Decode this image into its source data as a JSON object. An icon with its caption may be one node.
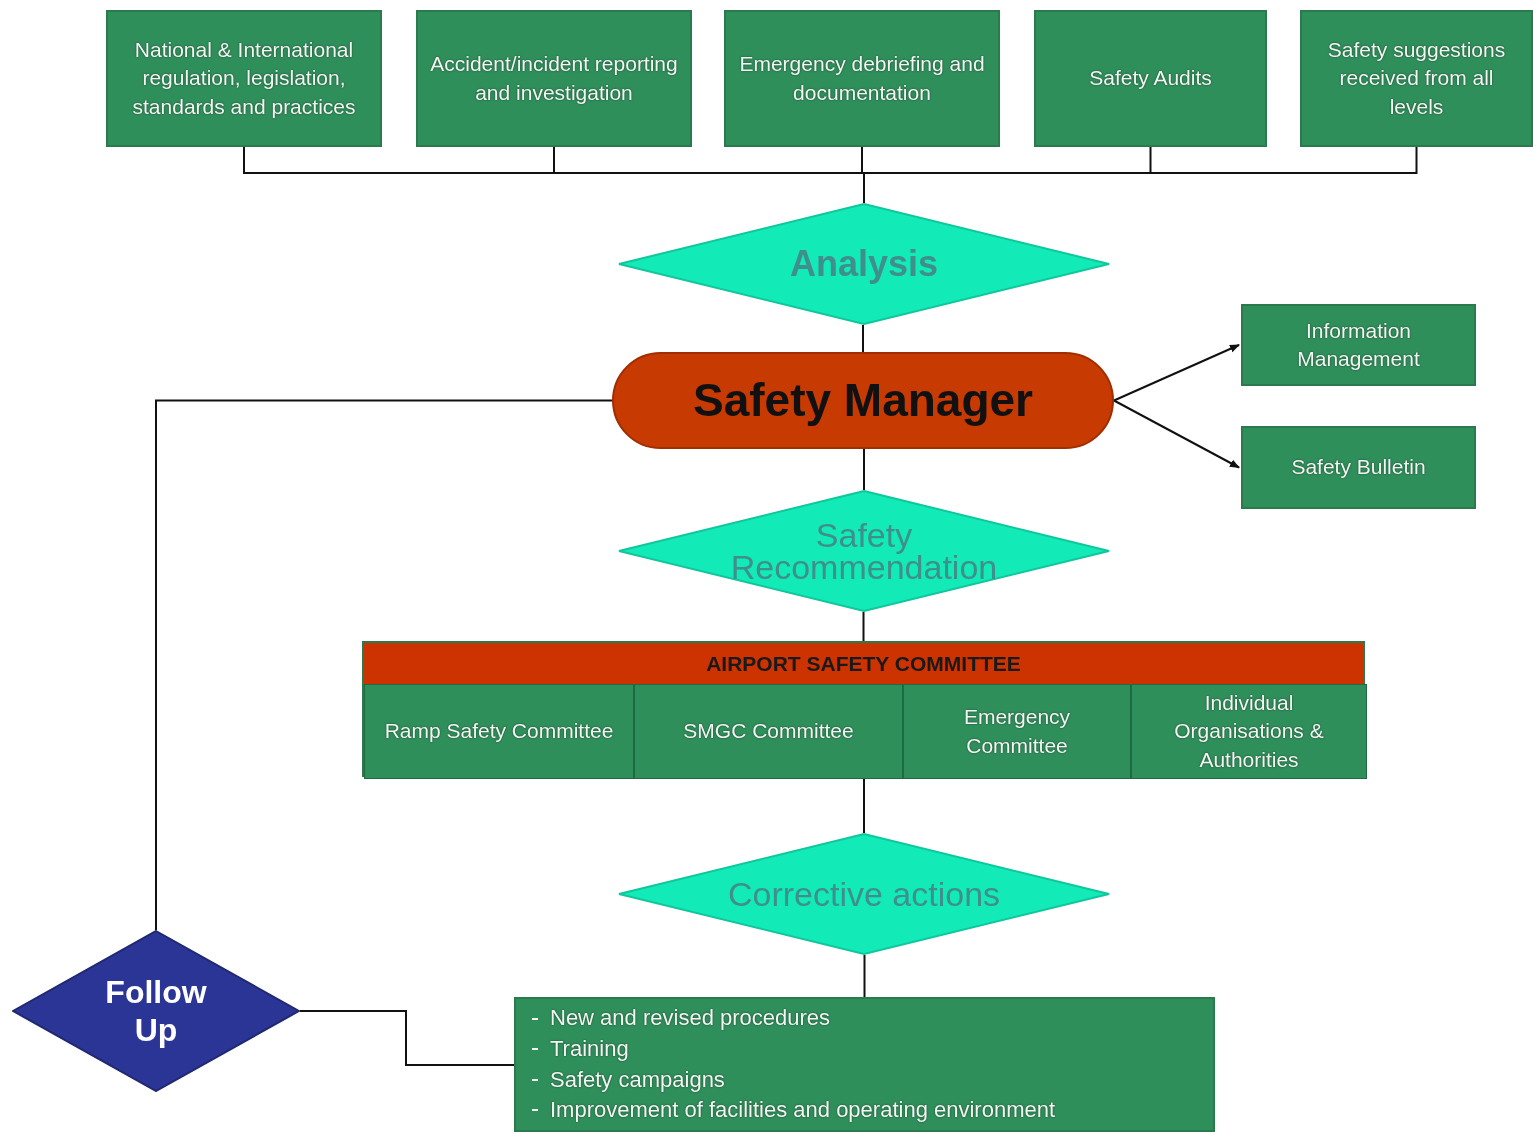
{
  "diagram": {
    "nodes": [
      {
        "text": [
          "National & International regulation, legislation, standards and practices"
        ]
      },
      {
        "text": [
          "Accident/incident reporting and investigation"
        ]
      },
      {
        "text": [
          "Emergency debriefing and documentation"
        ]
      },
      {
        "text": [
          "Safety Audits"
        ]
      },
      {
        "text": [
          "Safety suggestions received from all levels"
        ]
      },
      {
        "text": [
          "Analysis"
        ]
      },
      {
        "text": [
          "Safety Manager"
        ]
      },
      {
        "text": [
          "Information Management"
        ]
      },
      {
        "text": [
          "Safety Bulletin"
        ]
      },
      {
        "text": [
          "Safety Recommendation"
        ]
      },
      {
        "text": [
          "AIRPORT SAFETY COMMITTEE"
        ]
      },
      {
        "text": [
          "Ramp Safety Committee"
        ],
        "in": 10
      },
      {
        "text": [
          "SMGC Committee"
        ],
        "in": 10
      },
      {
        "text": [
          "Emergency Committee"
        ],
        "in": 10
      },
      {
        "text": [
          "Individual Organisations & Authorities"
        ],
        "in": 10
      },
      {
        "text": [
          "Corrective actions"
        ]
      },
      {
        "text": [
          "New and revised procedures",
          "Training",
          "Safety campaigns",
          "Improvement of facilities and operating environment"
        ]
      },
      {
        "text": [
          "Follow Up"
        ]
      }
    ],
    "edges": [
      {
        "from": 0,
        "to": 5,
        "arrow": "none"
      },
      {
        "from": 1,
        "to": 5,
        "arrow": "none"
      },
      {
        "from": 2,
        "to": 5,
        "arrow": "none"
      },
      {
        "from": 3,
        "to": 5,
        "arrow": "none"
      },
      {
        "from": 4,
        "to": 5,
        "arrow": "none"
      },
      {
        "from": 5,
        "to": 6,
        "arrow": "none"
      },
      {
        "from": 6,
        "to": 7,
        "arrow": "to"
      },
      {
        "from": 6,
        "to": 8,
        "arrow": "to"
      },
      {
        "from": 6,
        "to": 9,
        "arrow": "none"
      },
      {
        "from": 9,
        "to": 10,
        "arrow": "none"
      },
      {
        "from": 10,
        "to": 15,
        "arrow": "none"
      },
      {
        "from": 15,
        "to": 16,
        "arrow": "none"
      },
      {
        "from": 16,
        "to": 17,
        "arrow": "none"
      },
      {
        "from": 17,
        "to": 6,
        "arrow": "none"
      }
    ]
  }
}
